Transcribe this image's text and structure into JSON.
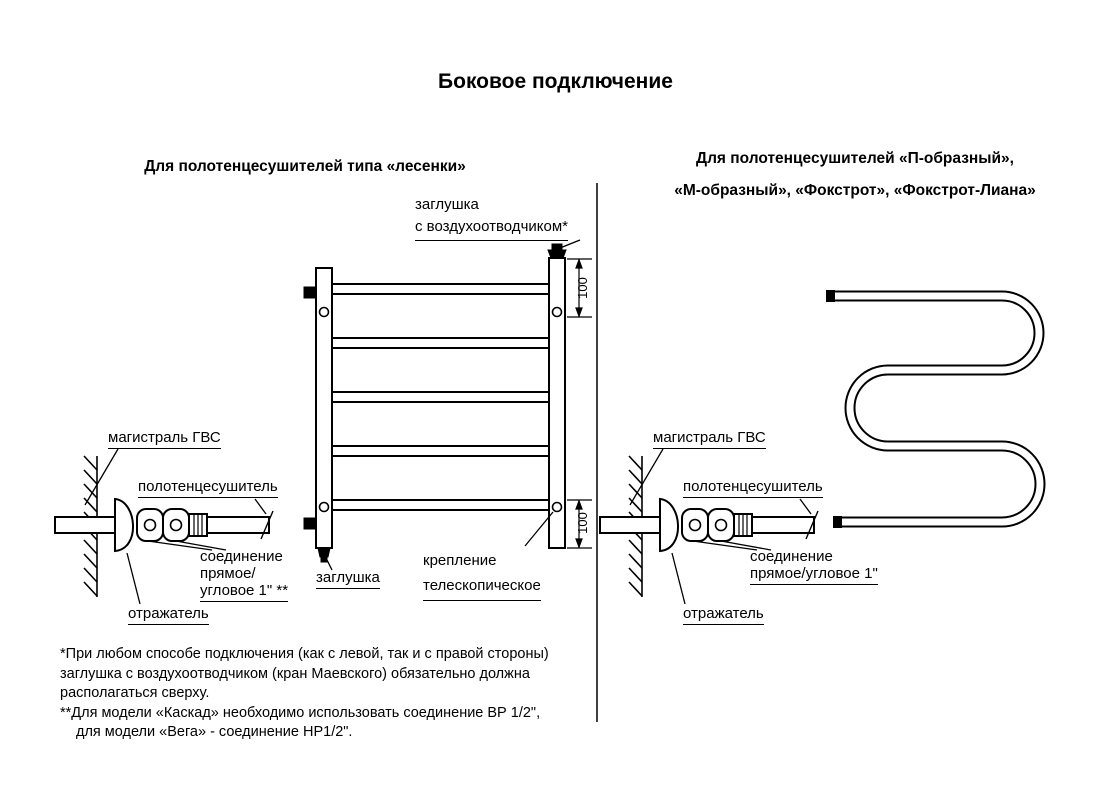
{
  "title": "Боковое подключение",
  "left": {
    "subtitle": "Для полотенцесушителей типа «лесенки»",
    "labels": {
      "air_vent_line1": "заглушка",
      "air_vent_line2": "с воздухоотводчиком*",
      "dim_top": "100",
      "dim_bottom": "100",
      "main_gvs": "магистраль ГВС",
      "towel_rail": "полотенцесушитель",
      "connection_line1": "соединение",
      "connection_line2": "прямое/",
      "connection_line3": "угловое 1\" **",
      "plug": "заглушка",
      "mount_line1": "крепление",
      "mount_line2": "телескопическое",
      "reflector": "отражатель"
    }
  },
  "right": {
    "subtitle_line1": "Для полотенцесушителей  «П-образный»,",
    "subtitle_line2": "«М-образный», «Фокстрот», «Фокстрот-Лиана»",
    "labels": {
      "main_gvs": "магистраль ГВС",
      "towel_rail": "полотенцесушитель",
      "connection_line1": "соединение",
      "connection_line2": "прямое/угловое 1\"",
      "reflector": "отражатель"
    }
  },
  "footnotes": {
    "line1": "*При любом способе подключения (как с левой, так и с правой стороны)",
    "line2": "заглушка с воздухоотводчиком (кран Маевского) обязательно должна",
    "line3": "располагаться сверху.",
    "line4": "**Для модели «Каскад» необходимо использовать соединение ВР 1/2\",",
    "line5": "для модели «Вега» - соединение НР1/2\"."
  }
}
